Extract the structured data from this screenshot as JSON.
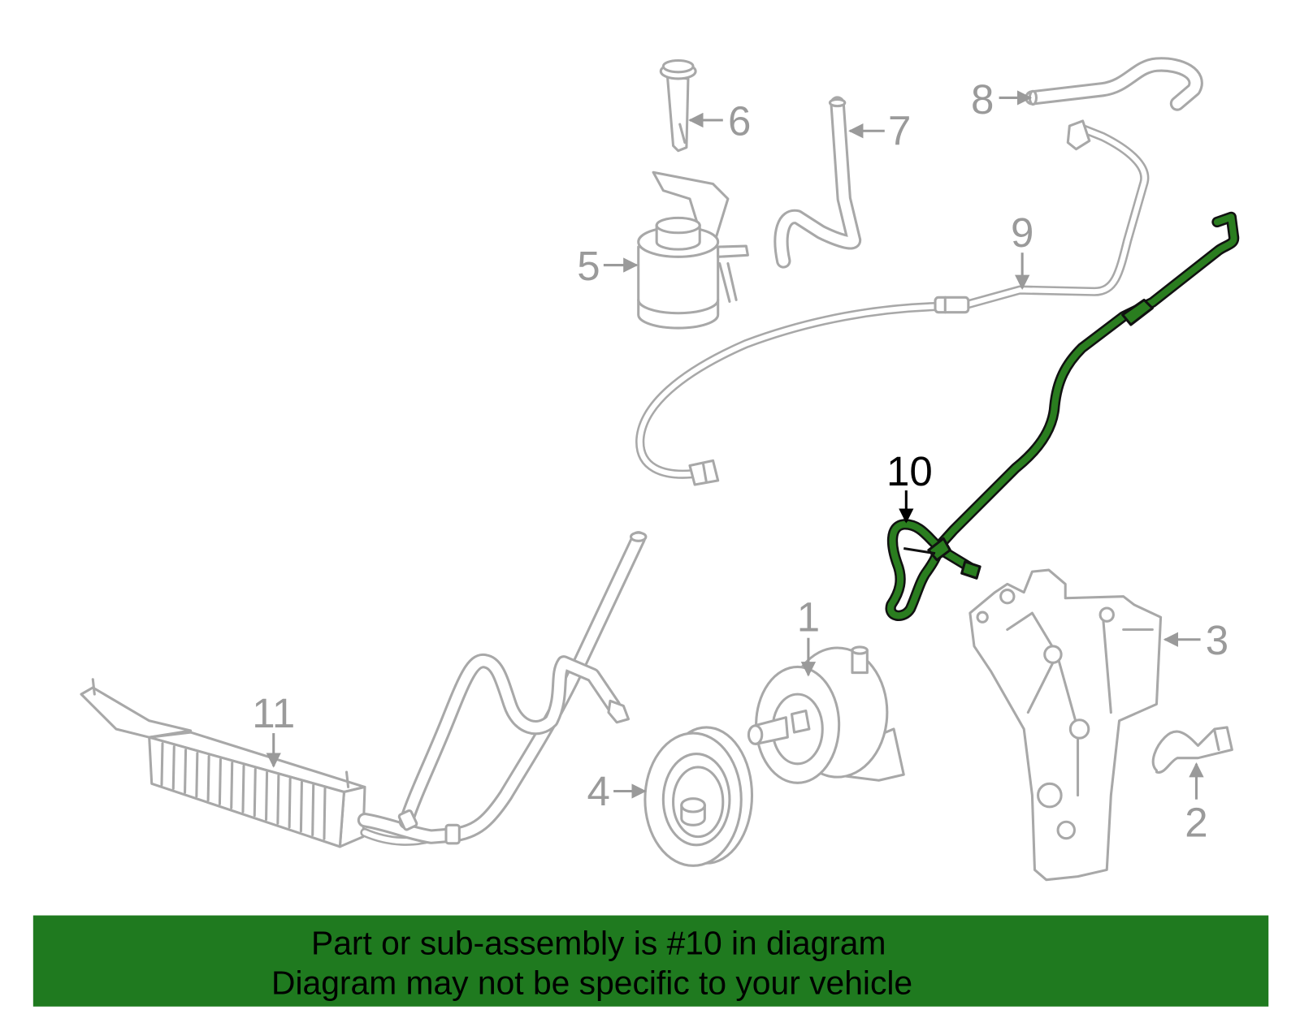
{
  "diagram": {
    "callouts": [
      {
        "label": "1"
      },
      {
        "label": "2"
      },
      {
        "label": "3"
      },
      {
        "label": "4"
      },
      {
        "label": "5"
      },
      {
        "label": "6"
      },
      {
        "label": "7"
      },
      {
        "label": "8"
      },
      {
        "label": "9"
      },
      {
        "label": "10"
      },
      {
        "label": "11"
      }
    ]
  },
  "banner": {
    "line1": "Part or sub-assembly is #10 in diagram",
    "line2": "Diagram may not be specific to your vehicle"
  },
  "colors": {
    "highlight": "#2a7d1f",
    "banner": "#1f7a1f",
    "part_outline": "#a8a8a8",
    "callout_text": "#9a9a9a",
    "highlight_callout": "#000000"
  }
}
